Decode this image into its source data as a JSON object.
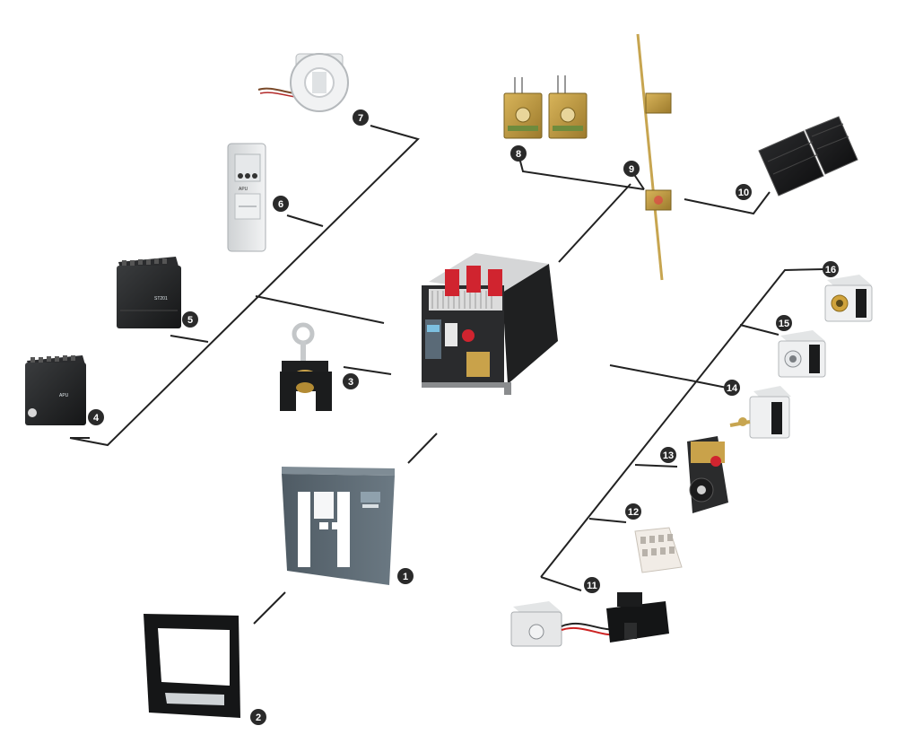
{
  "diagram": {
    "callouts": [
      {
        "id": "1",
        "label": "1"
      },
      {
        "id": "2",
        "label": "2"
      },
      {
        "id": "3",
        "label": "3"
      },
      {
        "id": "4",
        "label": "4"
      },
      {
        "id": "5",
        "label": "5"
      },
      {
        "id": "6",
        "label": "6"
      },
      {
        "id": "7",
        "label": "7"
      },
      {
        "id": "8",
        "label": "8"
      },
      {
        "id": "9",
        "label": "9"
      },
      {
        "id": "10",
        "label": "10"
      },
      {
        "id": "11",
        "label": "11"
      },
      {
        "id": "12",
        "label": "12"
      },
      {
        "id": "13",
        "label": "13"
      },
      {
        "id": "14",
        "label": "14"
      },
      {
        "id": "15",
        "label": "15"
      },
      {
        "id": "16",
        "label": "16"
      }
    ],
    "product_markings": {
      "module_5": "ST201",
      "module_6": "APU",
      "module_4": "APU"
    },
    "colors": {
      "line": "#222222",
      "badge": "#2a2a2a",
      "breaker_red": "#d0242f",
      "frame_grey": "#5a6771"
    },
    "icons": {
      "badge": "numbered-circle-icon"
    }
  }
}
